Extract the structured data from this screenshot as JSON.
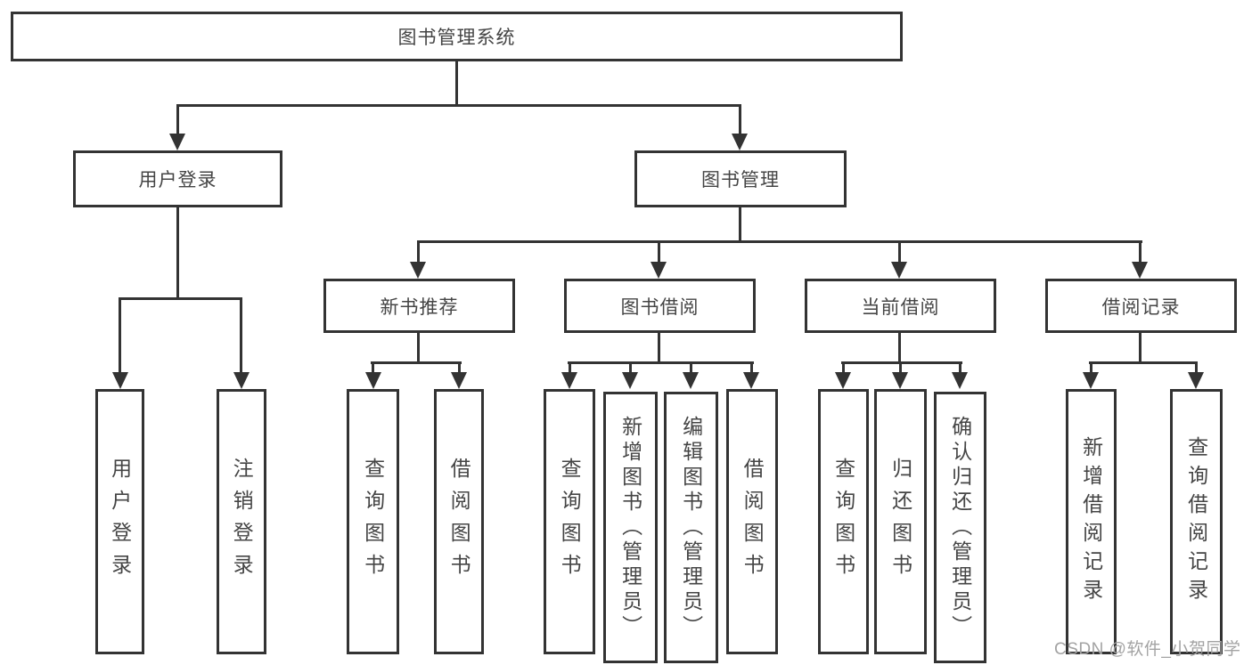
{
  "colors": {
    "line": "#333333",
    "box_border": "#333333",
    "text": "#454545",
    "background": "#ffffff",
    "watermark": "#a3a3a3"
  },
  "root": {
    "label": "图书管理系统"
  },
  "branches": [
    {
      "label": "用户登录",
      "children": [
        {
          "label": "用户登录"
        },
        {
          "label": "注销登录"
        }
      ]
    },
    {
      "label": "图书管理",
      "children": [
        {
          "label": "新书推荐",
          "children": [
            {
              "label": "查询图书"
            },
            {
              "label": "借阅图书"
            }
          ]
        },
        {
          "label": "图书借阅",
          "children": [
            {
              "label": "查询图书"
            },
            {
              "label": "新增图书（管理员）"
            },
            {
              "label": "编辑图书（管理员）"
            },
            {
              "label": "借阅图书"
            }
          ]
        },
        {
          "label": "当前借阅",
          "children": [
            {
              "label": "查询图书"
            },
            {
              "label": "归还图书"
            },
            {
              "label": "确认归还（管理员）"
            }
          ]
        },
        {
          "label": "借阅记录",
          "children": [
            {
              "label": "新增借阅记录"
            },
            {
              "label": "查询借阅记录"
            }
          ]
        }
      ]
    }
  ],
  "watermark": {
    "text": "CSDN @软件_小贺同学"
  }
}
